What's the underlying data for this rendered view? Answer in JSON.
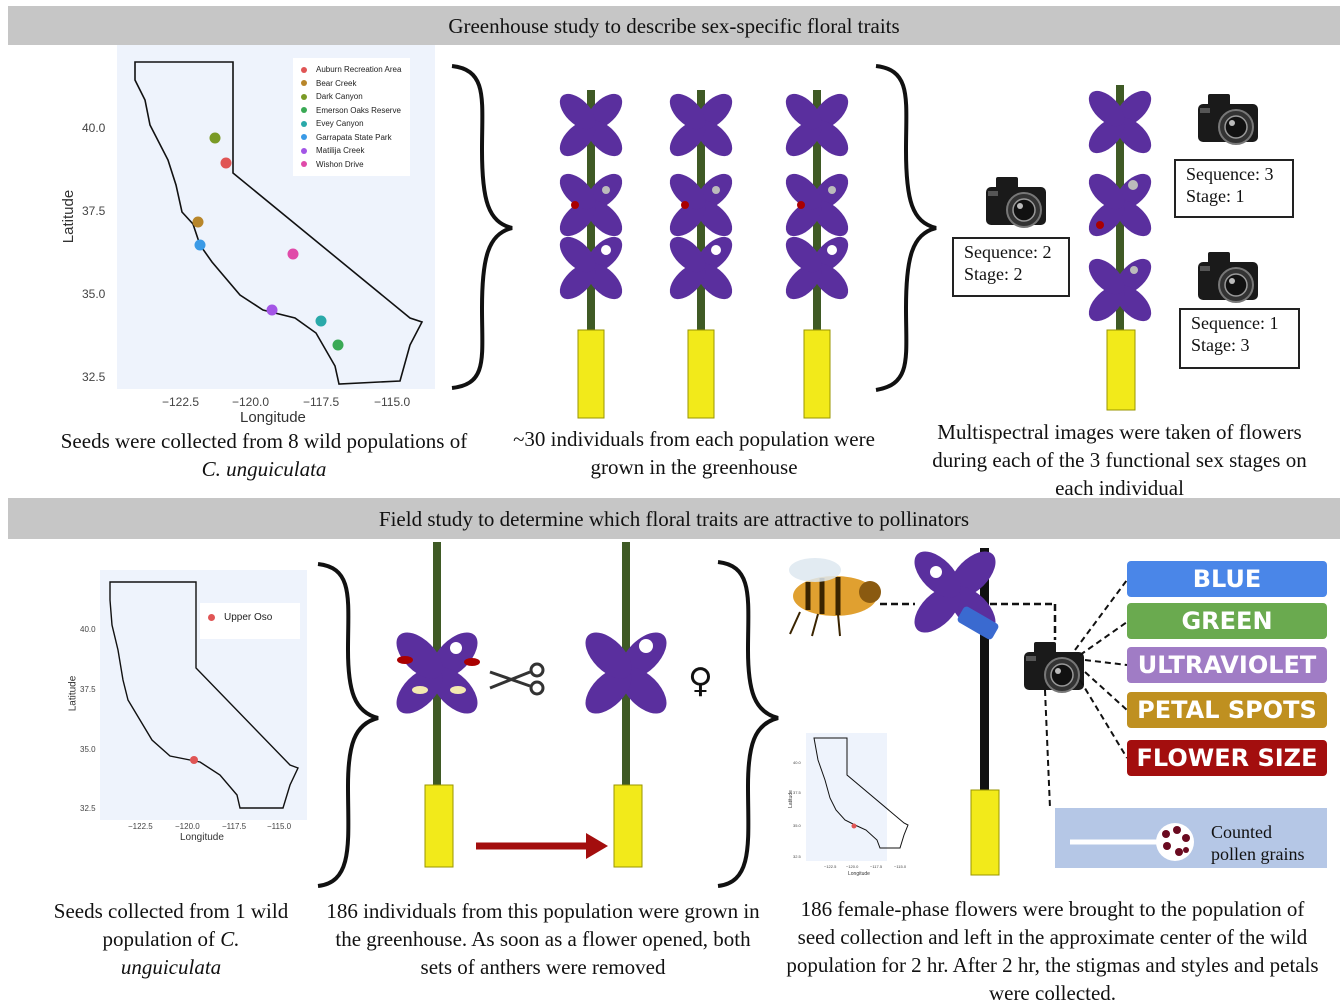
{
  "top_banner": "Greenhouse study to describe sex-specific floral traits",
  "bottom_banner": "Field study to determine which floral traits are attractive to pollinators",
  "top_map": {
    "xlabel": "Longitude",
    "ylabel": "Latitude",
    "x_ticks": [
      "−122.5",
      "−120.0",
      "−117.5",
      "−115.0"
    ],
    "y_ticks": [
      "40.0",
      "37.5",
      "35.0",
      "32.5"
    ],
    "legend": [
      {
        "label": "Auburn Recreation Area",
        "color": "#e05555"
      },
      {
        "label": "Bear Creek",
        "color": "#b8862a"
      },
      {
        "label": "Dark Canyon",
        "color": "#7a9a26"
      },
      {
        "label": "Emerson Oaks Reserve",
        "color": "#3aa955"
      },
      {
        "label": "Evey Canyon",
        "color": "#2aa9a9"
      },
      {
        "label": "Garrapata State Park",
        "color": "#3a9ae6"
      },
      {
        "label": "Matilija Creek",
        "color": "#a355e6"
      },
      {
        "label": "Wishon Drive",
        "color": "#e04aa9"
      }
    ]
  },
  "bottom_map": {
    "xlabel": "Longitude",
    "ylabel": "Latitude",
    "x_ticks": [
      "−122.5",
      "−120.0",
      "−117.5",
      "−115.0"
    ],
    "y_ticks": [
      "40.0",
      "37.5",
      "35.0",
      "32.5"
    ],
    "legend": [
      {
        "label": "Upper Oso",
        "color": "#e05555"
      }
    ]
  },
  "small_map": {
    "xlabel": "Longitude",
    "ylabel": "Latitude",
    "x_ticks": [
      "−122.5",
      "−120.0",
      "−117.5",
      "−115.0"
    ],
    "y_ticks": [
      "40.0",
      "37.5",
      "35.0",
      "32.5"
    ]
  },
  "sequences": [
    {
      "seq": "Sequence: 3",
      "stage": "Stage: 1"
    },
    {
      "seq": "Sequence: 2",
      "stage": "Stage: 2"
    },
    {
      "seq": "Sequence: 1",
      "stage": "Stage: 3"
    }
  ],
  "traits": [
    {
      "label": "BLUE",
      "color": "#4a86e8"
    },
    {
      "label": "GREEN",
      "color": "#6aaa4f"
    },
    {
      "label": "ULTRAVIOLET",
      "color": "#a07cc5"
    },
    {
      "label": "PETAL SPOTS",
      "color": "#bf9020"
    },
    {
      "label": "FLOWER SIZE",
      "color": "#a30e0e"
    }
  ],
  "pollen_label_1": "Counted",
  "pollen_label_2": "pollen grains",
  "female_symbol": "♀",
  "captions": {
    "c1_line1": "Seeds were collected from 8 wild populations of",
    "c1_line2": "C. unguiculata",
    "c2": "~30 individuals from each population were grown in the greenhouse",
    "c3": "Multispectral images were taken of flowers during each of the 3 functional sex stages on each individual",
    "c4_line1": "Seeds collected from 1 wild population of",
    "c4_italic1": "C.",
    "c4_italic2": "unguiculata",
    "c5": "186 individuals from this population were grown in the greenhouse. As soon as a flower opened, both sets of anthers were removed",
    "c6": "186 female-phase flowers were brought to the population of seed collection and left in the approximate center of the wild population for 2 hr. After 2 hr, the stigmas and styles and petals were collected."
  }
}
